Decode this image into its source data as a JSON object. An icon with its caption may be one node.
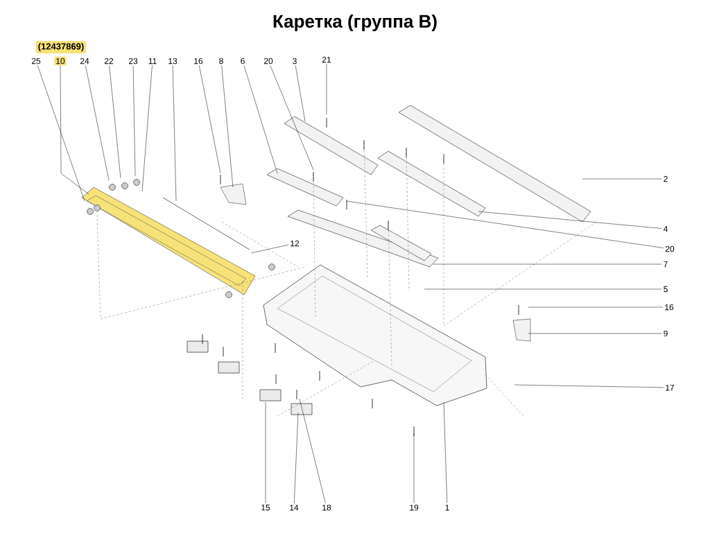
{
  "diagram": {
    "title": "Каретка (группа B)",
    "nodes": [
      {
        "text": [
          "25"
        ]
      },
      {
        "text": [
          "10"
        ]
      },
      {
        "text": [
          "24"
        ]
      },
      {
        "text": [
          "22"
        ]
      },
      {
        "text": [
          "23"
        ]
      },
      {
        "text": [
          "11"
        ]
      },
      {
        "text": [
          "13"
        ]
      },
      {
        "text": [
          "16"
        ]
      },
      {
        "text": [
          "8"
        ]
      },
      {
        "text": [
          "6"
        ]
      },
      {
        "text": [
          "20"
        ]
      },
      {
        "text": [
          "3"
        ]
      },
      {
        "text": [
          "21"
        ]
      },
      {
        "text": [
          "2"
        ]
      },
      {
        "text": [
          "4"
        ]
      },
      {
        "text": [
          "12"
        ]
      },
      {
        "text": [
          "20"
        ]
      },
      {
        "text": [
          "7"
        ]
      },
      {
        "text": [
          "5"
        ]
      },
      {
        "text": [
          "16"
        ]
      },
      {
        "text": [
          "9"
        ]
      },
      {
        "text": [
          "17"
        ]
      },
      {
        "text": [
          "15"
        ]
      },
      {
        "text": [
          "14"
        ]
      },
      {
        "text": [
          "18"
        ]
      },
      {
        "text": [
          "19"
        ]
      },
      {
        "text": [
          "1"
        ]
      }
    ],
    "edges": [
      {
        "from": 0,
        "to": null,
        "arrow": "none"
      },
      {
        "from": 1,
        "to": null,
        "arrow": "none"
      },
      {
        "from": 2,
        "to": null,
        "arrow": "none"
      },
      {
        "from": 3,
        "to": null,
        "arrow": "none"
      },
      {
        "from": 4,
        "to": null,
        "arrow": "none"
      },
      {
        "from": 5,
        "to": null,
        "arrow": "none"
      },
      {
        "from": 6,
        "to": null,
        "arrow": "none"
      },
      {
        "from": 7,
        "to": null,
        "arrow": "none"
      },
      {
        "from": 8,
        "to": null,
        "arrow": "none"
      },
      {
        "from": 9,
        "to": null,
        "arrow": "none"
      },
      {
        "from": 10,
        "to": null,
        "arrow": "none"
      },
      {
        "from": 11,
        "to": null,
        "arrow": "none"
      },
      {
        "from": 12,
        "to": null,
        "arrow": "none"
      },
      {
        "from": 13,
        "to": null,
        "arrow": "none"
      },
      {
        "from": 14,
        "to": null,
        "arrow": "none"
      },
      {
        "from": 15,
        "to": null,
        "arrow": "none"
      },
      {
        "from": 16,
        "to": null,
        "arrow": "none"
      },
      {
        "from": 17,
        "to": null,
        "arrow": "none"
      },
      {
        "from": 18,
        "to": null,
        "arrow": "none"
      },
      {
        "from": 19,
        "to": null,
        "arrow": "none"
      },
      {
        "from": 20,
        "to": null,
        "arrow": "none"
      },
      {
        "from": 21,
        "to": null,
        "arrow": "none"
      },
      {
        "from": 22,
        "to": null,
        "arrow": "none"
      },
      {
        "from": 23,
        "to": null,
        "arrow": "none"
      },
      {
        "from": 24,
        "to": null,
        "arrow": "none"
      },
      {
        "from": 25,
        "to": null,
        "arrow": "none"
      },
      {
        "from": 26,
        "to": null,
        "arrow": "none"
      }
    ],
    "labels": [
      "(12437869)"
    ]
  }
}
